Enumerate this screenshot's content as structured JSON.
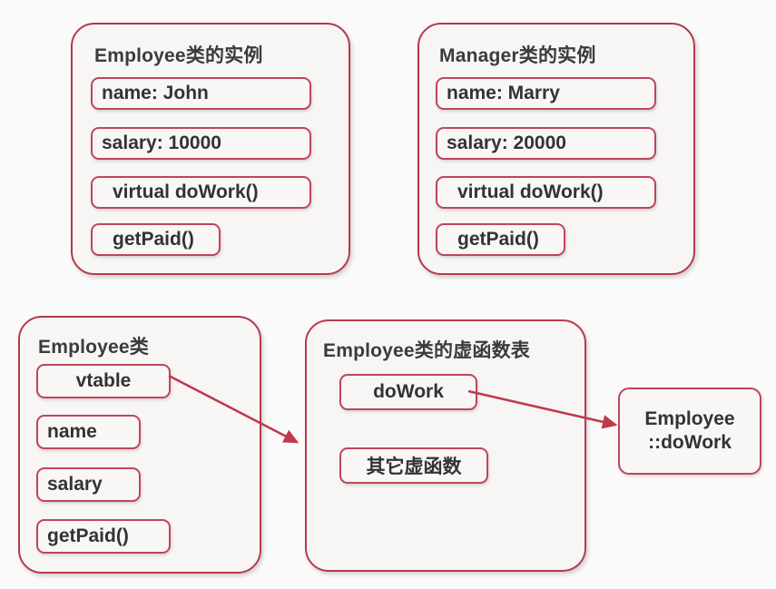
{
  "theme": {
    "background": "#fafafa",
    "panel_fill": "#f7f6f5",
    "panel_border": "#b8394c",
    "chip_border": "#c0455a",
    "text": "#333333",
    "arrow": "#c0394c"
  },
  "panels": {
    "employee_instance": {
      "title": "Employee类的实例",
      "rows": [
        {
          "label": "name: John"
        },
        {
          "label": "salary: 10000"
        },
        {
          "label": "virtual doWork()"
        },
        {
          "label": "getPaid()"
        }
      ]
    },
    "manager_instance": {
      "title": "Manager类的实例",
      "rows": [
        {
          "label": "name: Marry"
        },
        {
          "label": "salary: 20000"
        },
        {
          "label": "virtual doWork()"
        },
        {
          "label": "getPaid()"
        }
      ]
    },
    "employee_class": {
      "title": "Employee类",
      "rows": [
        {
          "label": "vtable"
        },
        {
          "label": "name"
        },
        {
          "label": "salary"
        },
        {
          "label": "getPaid()"
        }
      ]
    },
    "employee_vtable": {
      "title": "Employee类的虚函数表",
      "rows": [
        {
          "label": "doWork"
        },
        {
          "label": "其它虚函数"
        }
      ]
    },
    "employee_dowork_impl": {
      "line1": "Employee",
      "line2": "::doWork"
    }
  },
  "connectors": [
    {
      "name": "vtable-to-vtable-table",
      "from": "vtable",
      "to": "employee-vtable-panel"
    },
    {
      "name": "dowork-to-dowork-impl",
      "from": "doWork",
      "to": "employee-dowork-impl"
    }
  ]
}
